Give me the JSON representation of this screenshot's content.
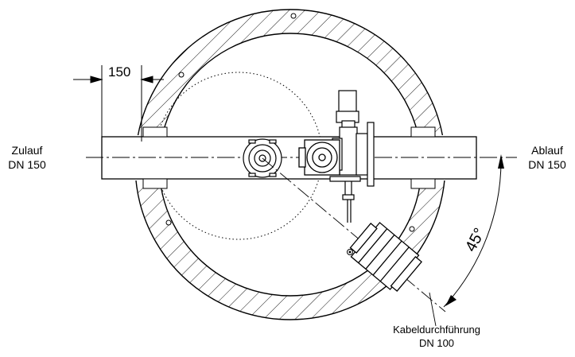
{
  "drawing": {
    "inlet_label_1": "Zulauf",
    "inlet_label_2": "DN 150",
    "outlet_label_1": "Ablauf",
    "outlet_label_2": "DN 150",
    "cable_label_1": "Kabeldurchführung",
    "cable_label_2": "DN 100",
    "dimension_value": "150",
    "angle_value": "45°"
  }
}
